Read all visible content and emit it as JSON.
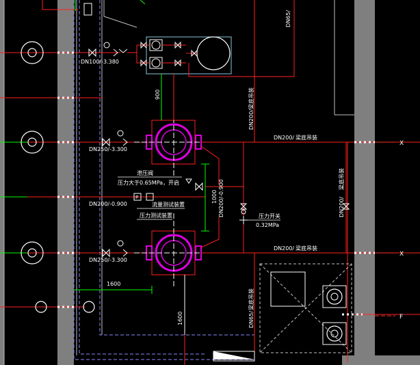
{
  "labels": {
    "dn100_top": "DN100/-3.380",
    "dn250_upper": "DN250/-3.300",
    "dn250_lower": "DN250/-3.300",
    "dn200_mid": "DN200/-0.900",
    "dn200_vert": "DN200/-0.900",
    "dn200_right_upper": "DN200/",
    "dn200_right_lower": "DN200/",
    "dn200_far_right": "DN200/",
    "dn200_up_right": "DN200/",
    "dn65_top": "DN65/",
    "dn65_bottom": "DN65/",
    "hang_upper": "梁底吊装",
    "hang_lower": "梁底吊装",
    "hang_top_vert": "梁底吊装",
    "hang_bottom_vert": "梁底吊装",
    "hang_right_vert": "梁底吊装",
    "relief_valve": "泄压阀",
    "pressure_set": "压力大于0.65MPa，开启",
    "test_device_1": "流量测试装置",
    "test_device_2": "压力测试装置",
    "pressure_switch": "压力开关",
    "pressure_value": "0.32MPa",
    "p_box": "P",
    "dim_900": "900",
    "dim_1000": "1000",
    "dim_1600": "1600",
    "dim_1600_vert": "1600",
    "axis_x_upper": "X",
    "axis_x_lower": "X",
    "axis_f": "F"
  },
  "colors": {
    "background": "#000000",
    "pipe": "#ff2020",
    "pump": "#e000e0",
    "column": "#7f7f7f",
    "dimension": "#00ff00",
    "equipment": "#ffffff",
    "tank_outline": "#88c8e0",
    "dashed_wall": "#8a8aff",
    "axis": "#ff3030"
  }
}
